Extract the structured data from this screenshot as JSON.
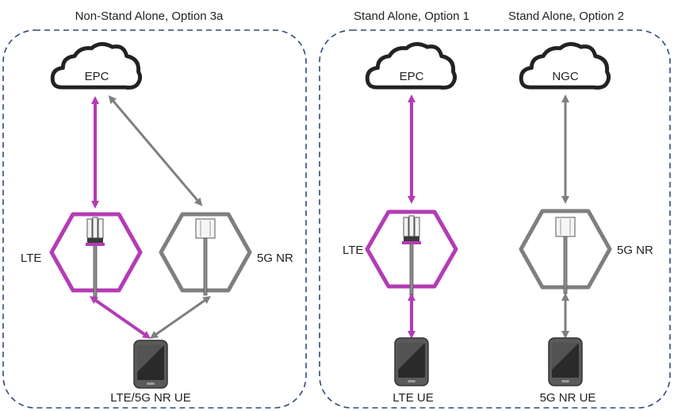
{
  "panels": {
    "nsa_title": "Non-Stand Alone, Option 3a",
    "sa1_title": "Stand Alone, Option 1",
    "sa2_title": "Stand Alone, Option 2"
  },
  "nodes": {
    "nsa_core": "EPC",
    "sa1_core": "EPC",
    "sa2_core": "NGC",
    "nsa_lte": "LTE",
    "nsa_nr": "5G NR",
    "sa1_lte": "LTE",
    "sa2_nr": "5G NR",
    "nsa_ue": "LTE/5G NR UE",
    "sa1_ue": "LTE UE",
    "sa2_ue": "5G NR UE"
  },
  "colors": {
    "lte": "#b43cb4",
    "nr": "#7f7f7f",
    "border": "#2e4a7a",
    "cloud": "#222222"
  },
  "icons": {
    "core": "cloud-icon",
    "cell": "antenna-tower-icon",
    "ue": "phone-icon",
    "link": "bidirectional-arrow"
  }
}
